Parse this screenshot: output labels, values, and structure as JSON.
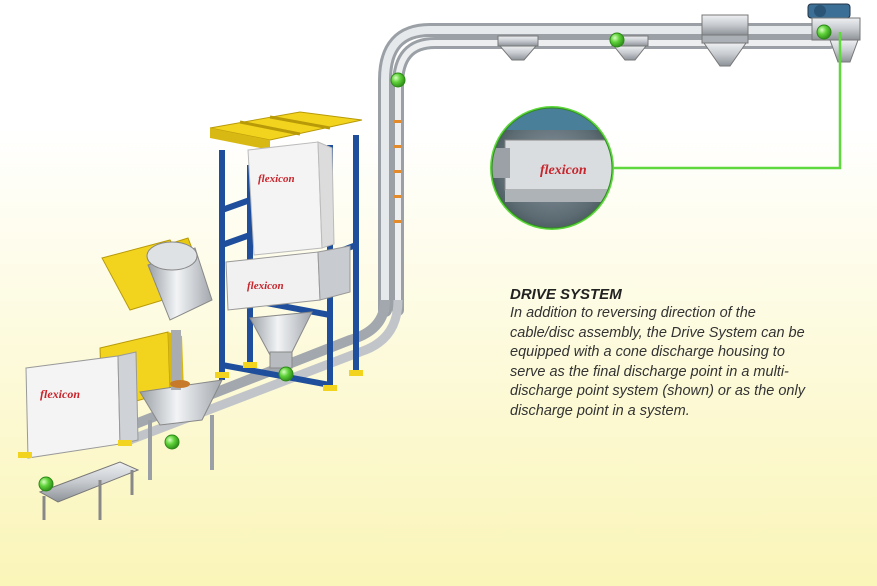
{
  "brand": {
    "name": "flexicon",
    "accent": "#c8242b",
    "frame_yellow": "#f2d41f",
    "frame_blue": "#2a5db0",
    "hotspot_green": "#55cc33"
  },
  "info": {
    "title": "DRIVE SYSTEM",
    "body": "In addition to reversing direction of the cable/disc assembly, the Drive System can be equipped with a cone discharge housing to serve as the final discharge point in a multi-discharge point system (shown) or as the only discharge point in a system."
  },
  "hotspots": [
    {
      "id": "drive-system",
      "active": true
    },
    {
      "id": "discharge-point",
      "active": false
    },
    {
      "id": "tubing-curve",
      "active": false
    },
    {
      "id": "bulk-bag-unloader",
      "active": false
    },
    {
      "id": "bag-dump-station",
      "active": false
    },
    {
      "id": "tubing-inlet",
      "active": false
    }
  ]
}
